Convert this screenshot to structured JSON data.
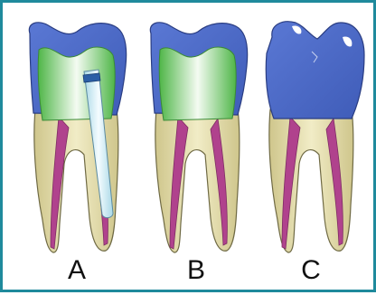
{
  "colors": {
    "border": "#1f8a9c",
    "enamel_crown": "#4a68c4",
    "core_green": "#66cc5a",
    "root_dentin": "#e6dfae",
    "pulp": "#b0428d",
    "post": "#d6f1f6",
    "post_collar": "#2b5fa6"
  },
  "teeth": [
    {
      "label": "A",
      "has_post": true,
      "crown_type": "partial"
    },
    {
      "label": "B",
      "has_post": false,
      "crown_type": "partial"
    },
    {
      "label": "C",
      "has_post": false,
      "crown_type": "full"
    }
  ]
}
